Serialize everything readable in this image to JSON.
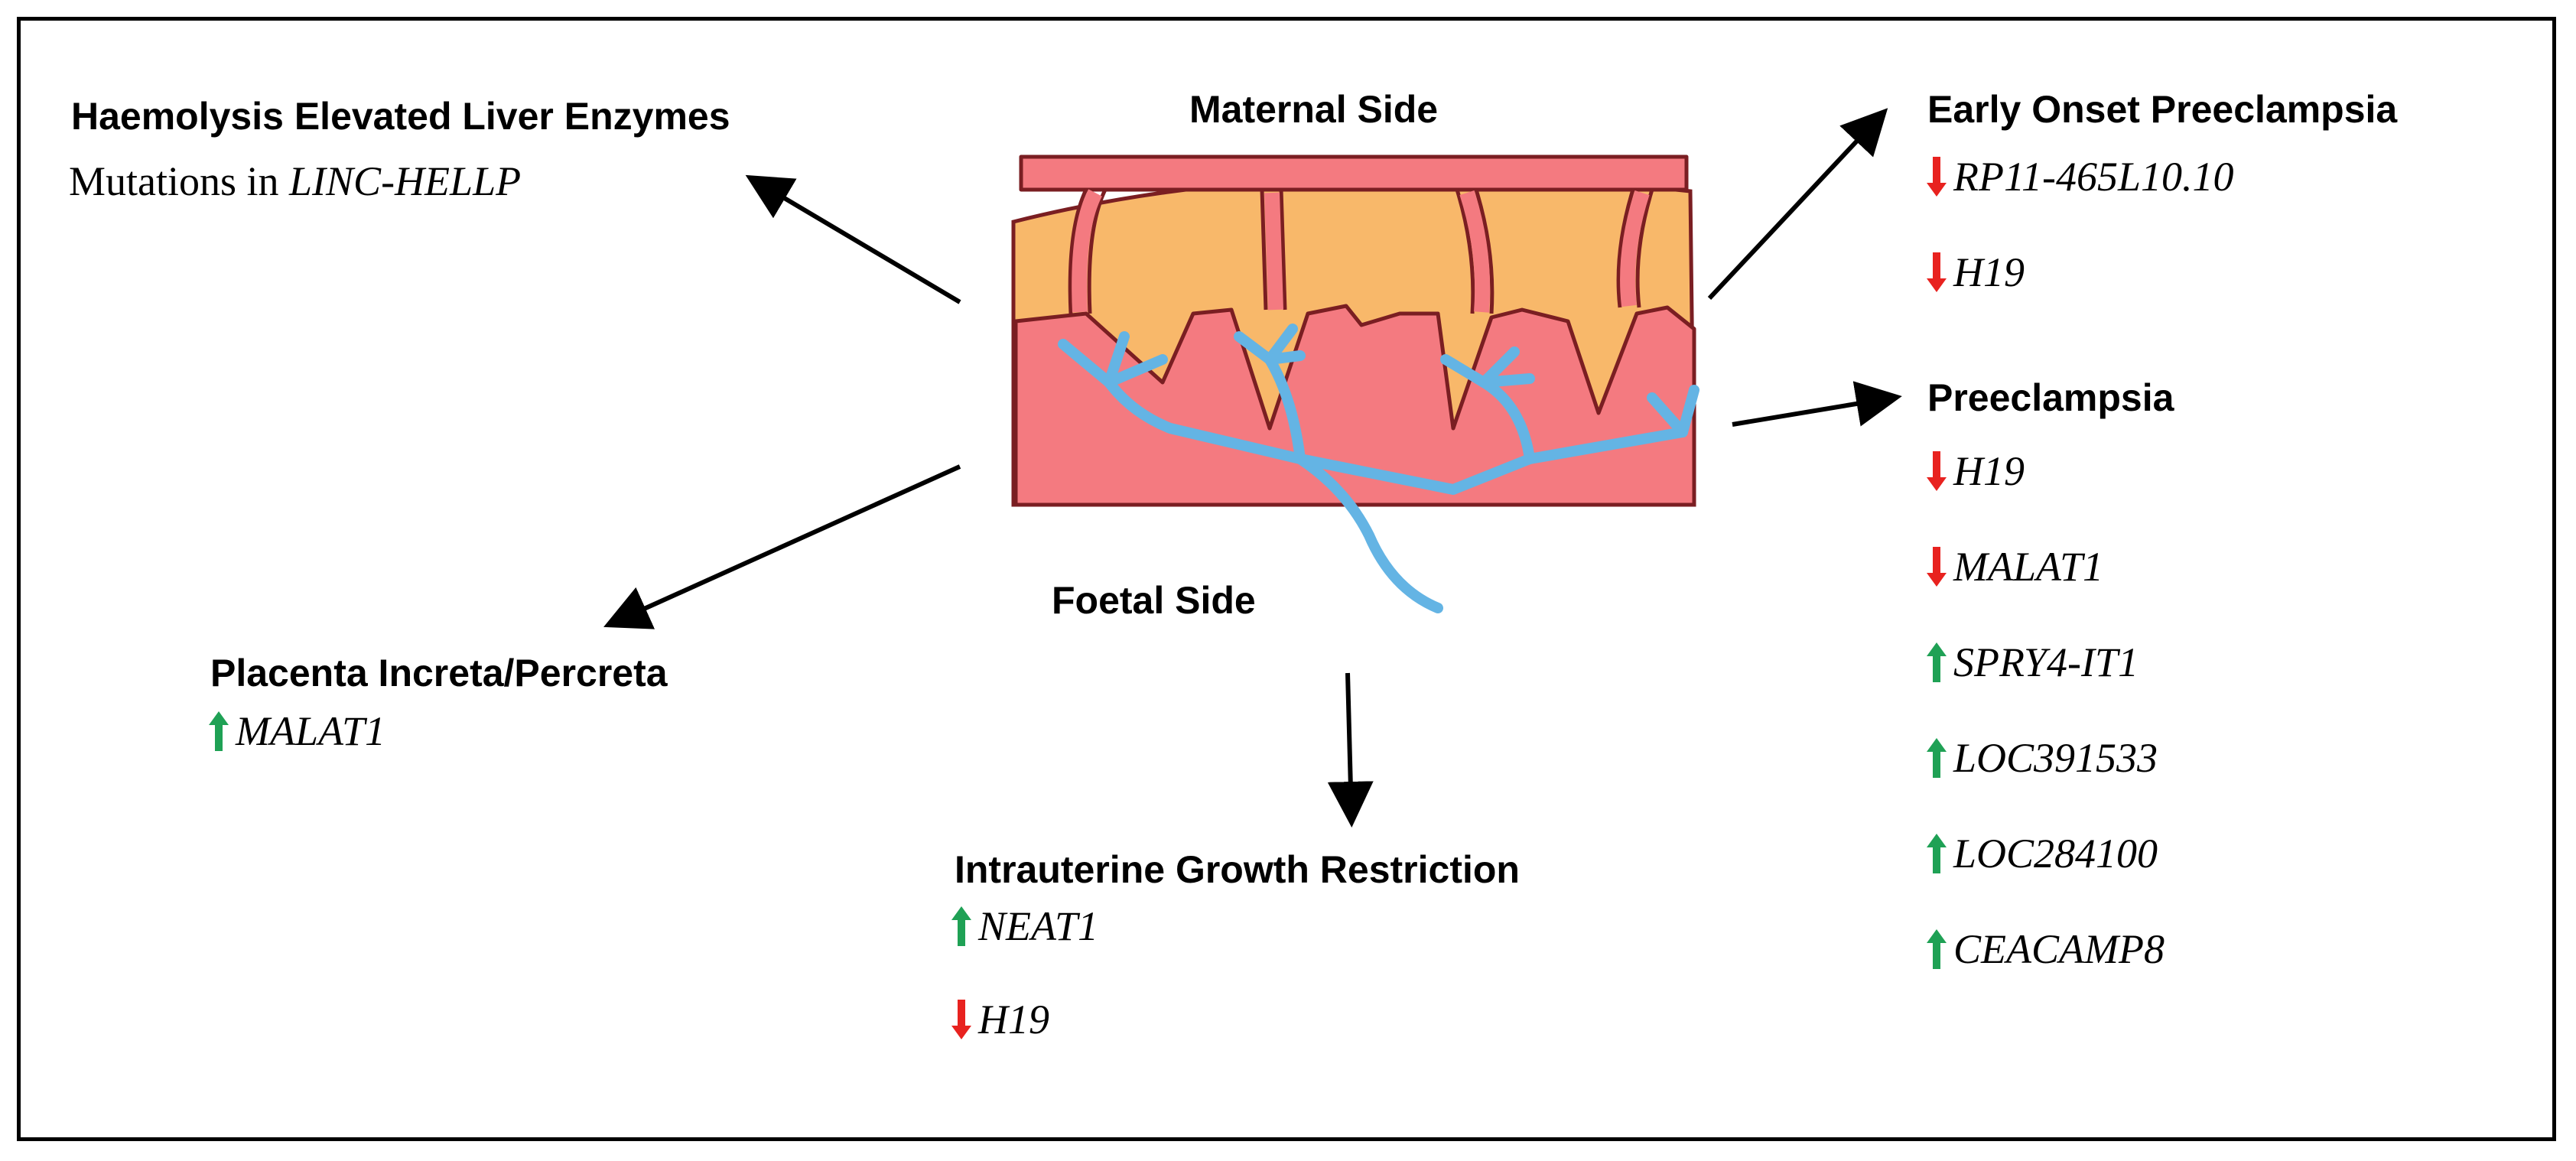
{
  "colors": {
    "down_arrow": "#e8221f",
    "up_arrow": "#1fa155",
    "decidua": "#f8b86a",
    "villi_tissue": "#f47a80",
    "vessels": "#64b4e4",
    "outline": "#7a1e22"
  },
  "placenta": {
    "maternal_label": "Maternal Side",
    "foetal_label": "Foetal Side"
  },
  "hellp": {
    "title": "Haemolysis Elevated Liver Enzymes",
    "text_prefix": "Mutations in ",
    "gene": "LINC-HELLP"
  },
  "early_onset": {
    "title": "Early Onset Preeclampsia",
    "genes": [
      {
        "name": "RP11-465L10.10",
        "direction": "down"
      },
      {
        "name": "H19",
        "direction": "down"
      }
    ]
  },
  "preeclampsia": {
    "title": "Preeclampsia",
    "genes": [
      {
        "name": "H19",
        "direction": "down"
      },
      {
        "name": "MALAT1",
        "direction": "down"
      },
      {
        "name": "SPRY4-IT1",
        "direction": "up"
      },
      {
        "name": "LOC391533",
        "direction": "up"
      },
      {
        "name": "LOC284100",
        "direction": "up"
      },
      {
        "name": "CEACAMP8",
        "direction": "up"
      }
    ]
  },
  "increta": {
    "title": "Placenta Increta/Percreta",
    "genes": [
      {
        "name": "MALAT1",
        "direction": "up"
      }
    ]
  },
  "iugr": {
    "title": "Intrauterine Growth Restriction",
    "genes": [
      {
        "name": "NEAT1",
        "direction": "up"
      },
      {
        "name": "H19",
        "direction": "down"
      }
    ]
  }
}
